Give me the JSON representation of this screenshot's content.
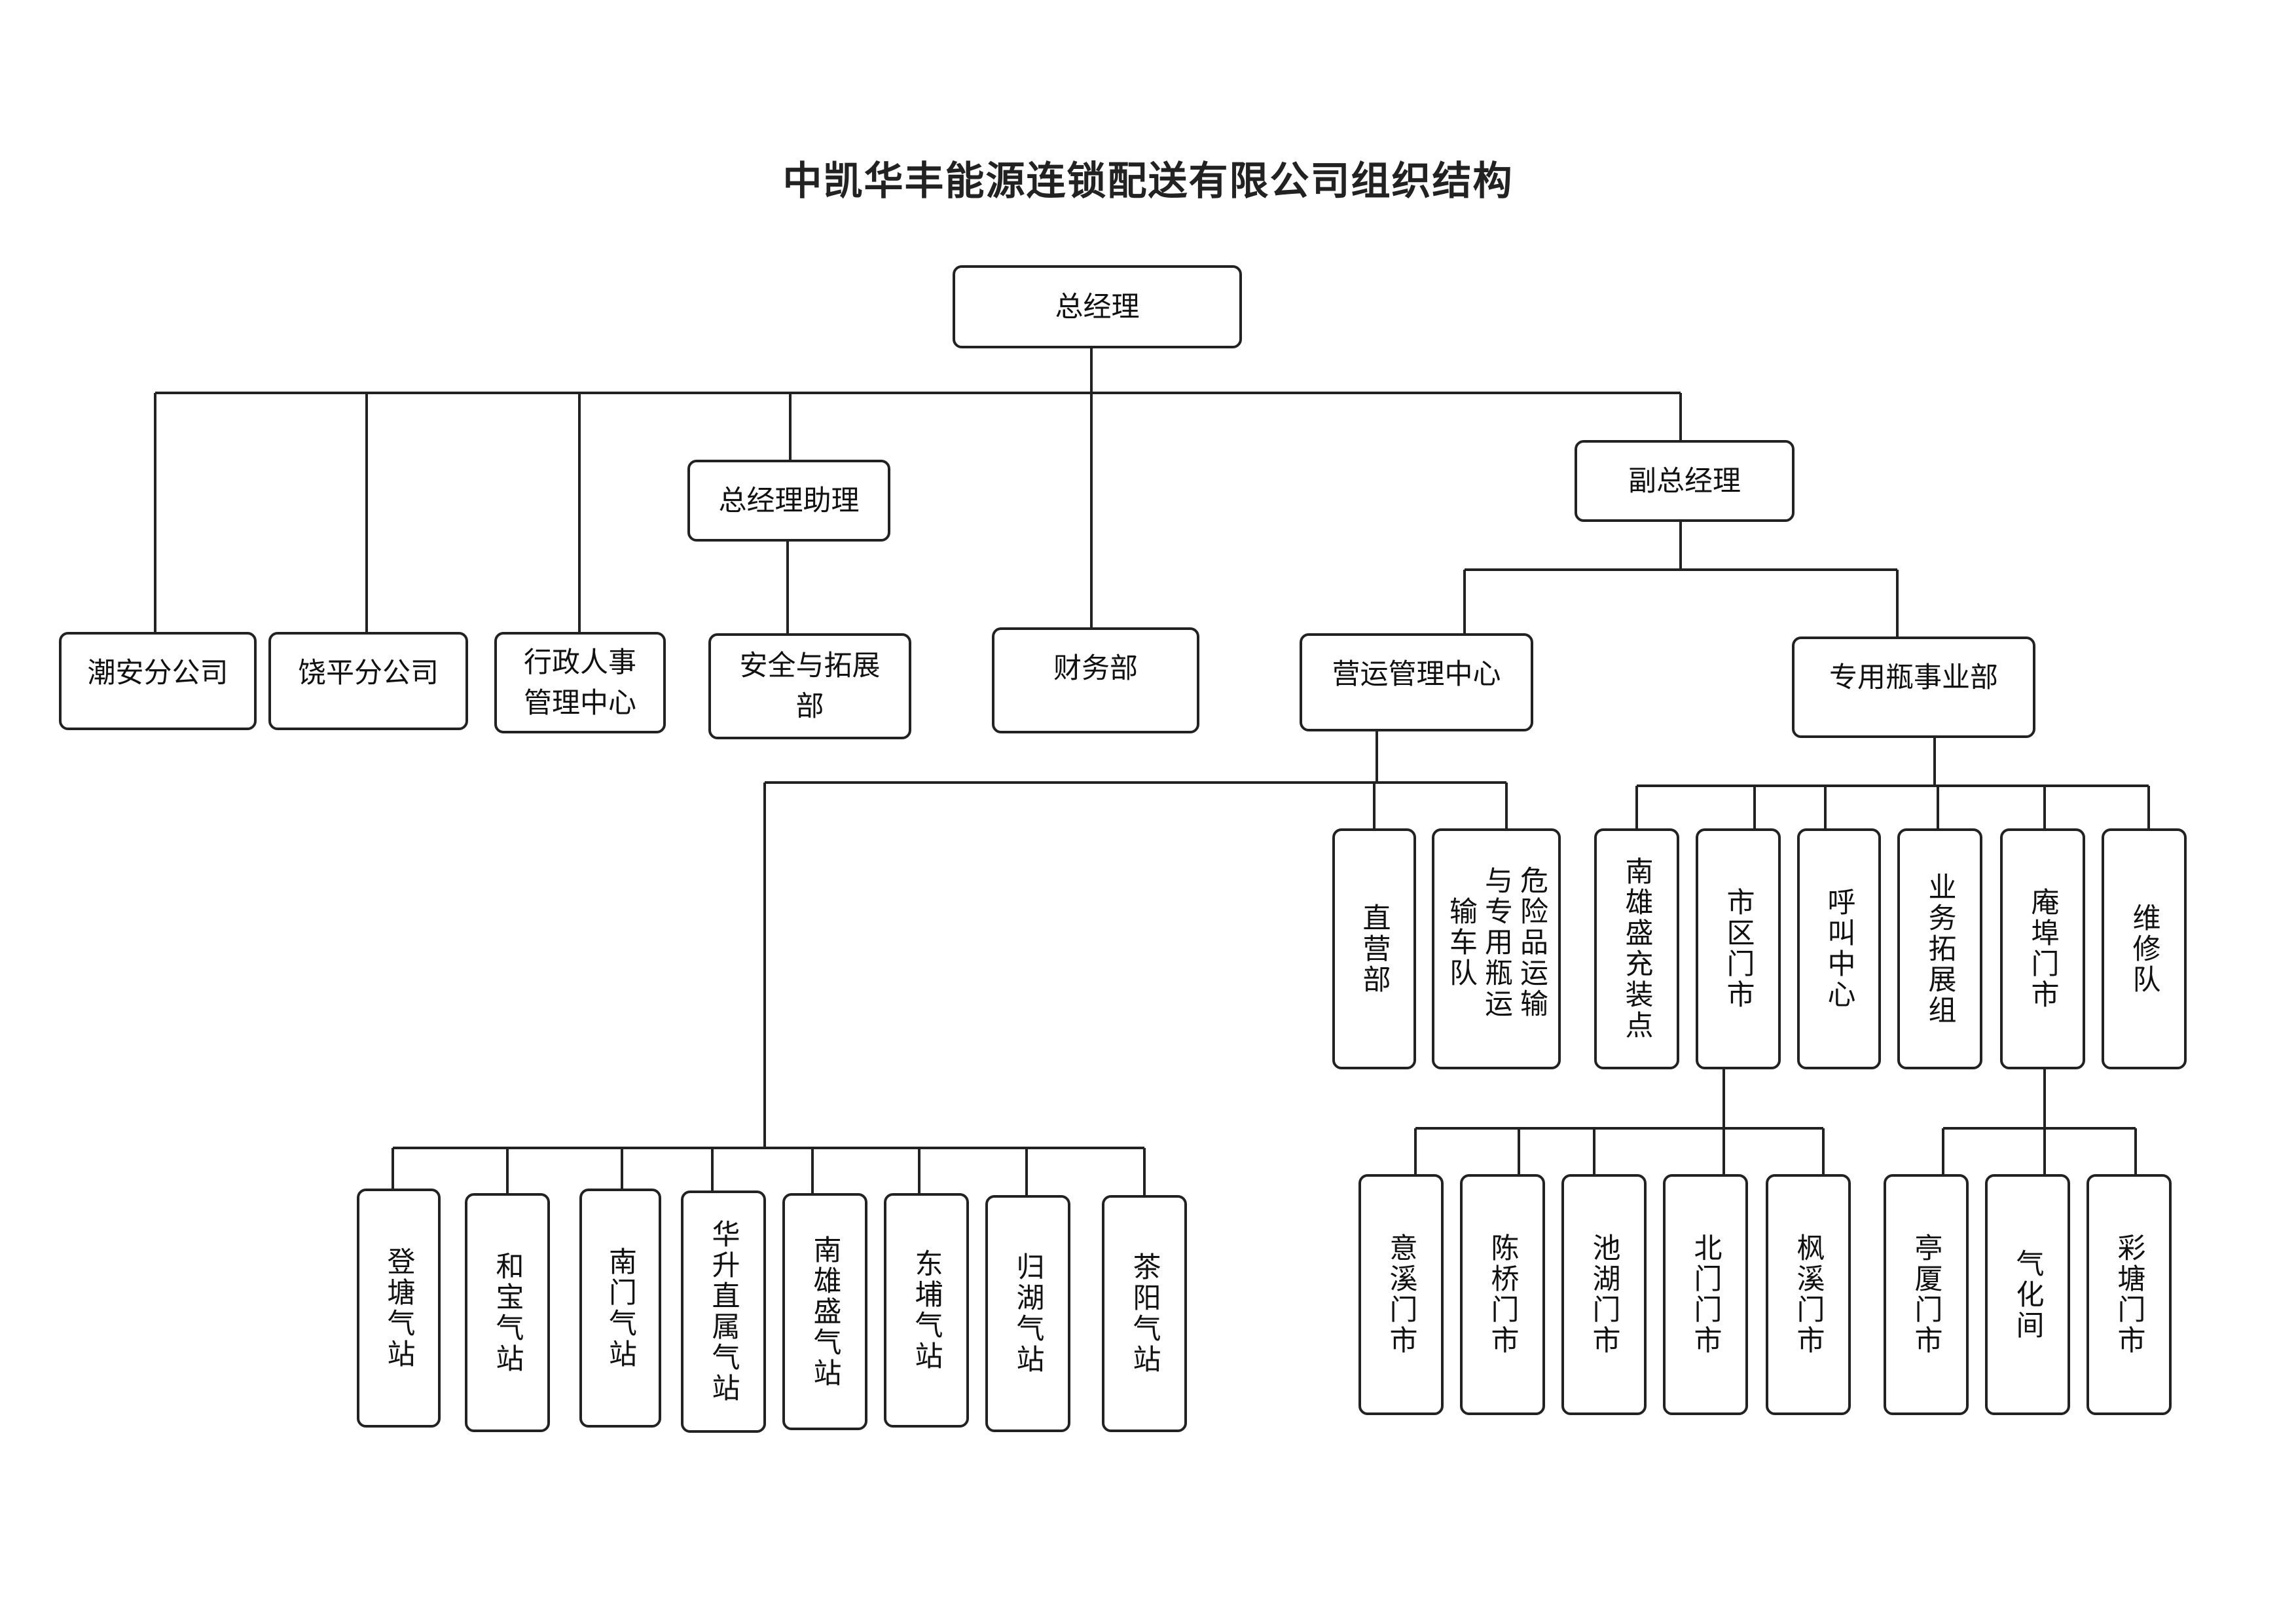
{
  "title": "中凯华丰能源连锁配送有限公司组织结构",
  "ceo": "总经理",
  "assistant": "总经理助理",
  "vice": "副总经理",
  "level2": [
    "潮安分公司",
    "饶平分公司",
    "行政人事管理中心",
    "安全与拓展部",
    "财务部"
  ],
  "ops_center": "营运管理中心",
  "cyl_dept": "专用瓶事业部",
  "ops_children": [
    "直营部",
    "危险品运输与专用瓶运输车队"
  ],
  "cyl_children": [
    "南雄盛充装点",
    "市区门市",
    "呼叫中心",
    "业务拓展组",
    "庵埠门市",
    "维修队"
  ],
  "stations": [
    "登塘气站",
    "和宝气站",
    "南门气站",
    "华升直属气站",
    "南雄盛气站",
    "东埔气站",
    "归湖气站",
    "茶阳气站"
  ],
  "city_stores": [
    "意溪门市",
    "陈桥门市",
    "池湖门市",
    "北门门市",
    "枫溪门市"
  ],
  "anbu_stores": [
    "亭厦门市",
    "气化间",
    "彩塘门市"
  ]
}
